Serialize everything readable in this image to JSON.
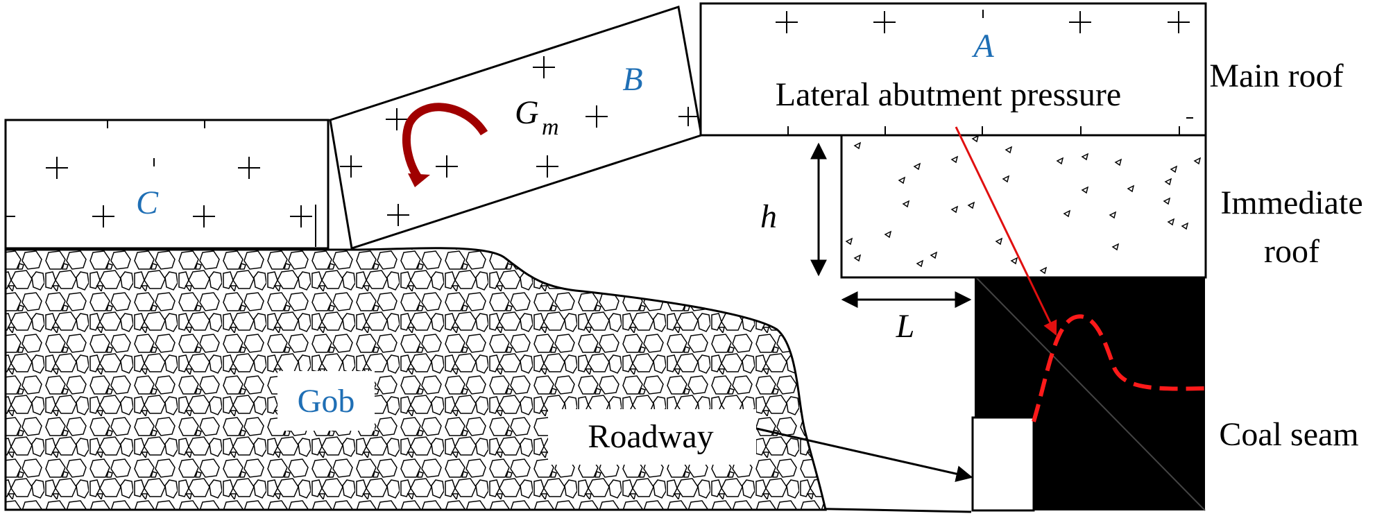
{
  "blocks": {
    "a": "A",
    "b": "B",
    "c": "C",
    "gm": "G",
    "gm_sub": "m"
  },
  "labels": {
    "lateral_pressure": "Lateral abutment pressure",
    "gob": "Gob",
    "roadway": "Roadway",
    "h": "h",
    "l": "L"
  },
  "strata": {
    "main_roof": "Main roof",
    "immediate_roof_line1": "Immediate",
    "immediate_roof_line2": "roof",
    "coal_seam": "Coal seam"
  },
  "colors": {
    "block_label": "#1f6fb5",
    "rotation_arrow": "#a00000",
    "pressure_curve": "#ff1a1a",
    "coal": "#000000"
  }
}
